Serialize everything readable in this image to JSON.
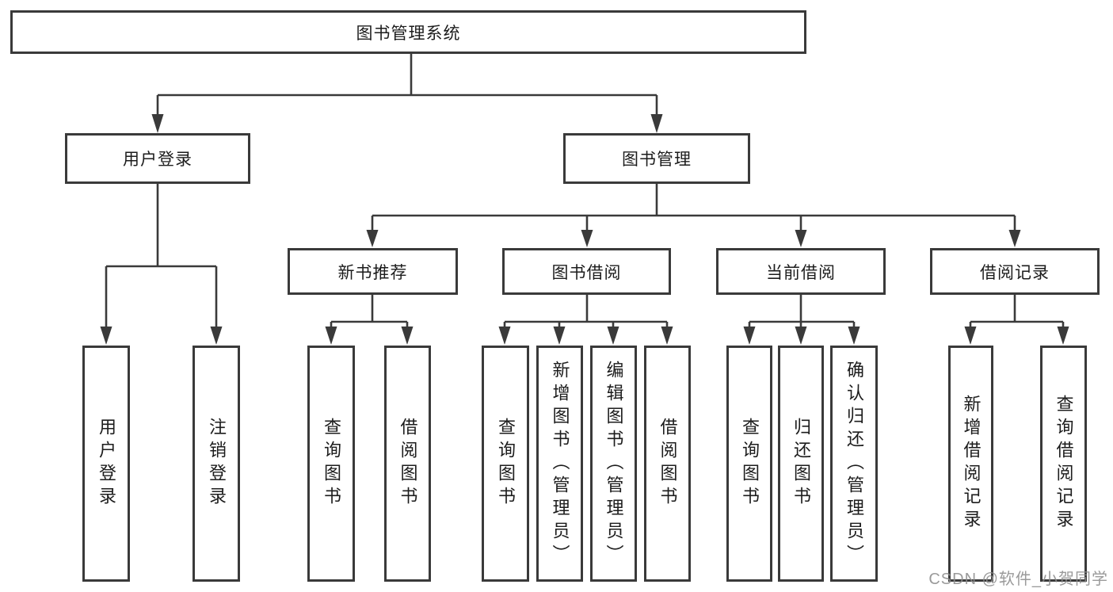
{
  "diagram_title": "图书管理系统",
  "tree": {
    "label": "图书管理系统",
    "children": [
      {
        "label": "用户登录",
        "children": [
          {
            "label": "用户登录"
          },
          {
            "label": "注销登录"
          }
        ]
      },
      {
        "label": "图书管理",
        "children": [
          {
            "label": "新书推荐",
            "children": [
              {
                "label": "查询图书"
              },
              {
                "label": "借阅图书"
              }
            ]
          },
          {
            "label": "图书借阅",
            "children": [
              {
                "label": "查询图书"
              },
              {
                "label": "新增图书（管理员）"
              },
              {
                "label": "编辑图书（管理员）"
              },
              {
                "label": "借阅图书"
              }
            ]
          },
          {
            "label": "当前借阅",
            "children": [
              {
                "label": "查询图书"
              },
              {
                "label": "归还图书"
              },
              {
                "label": "确认归还（管理员）"
              }
            ]
          },
          {
            "label": "借阅记录",
            "children": [
              {
                "label": "新增借阅记录"
              },
              {
                "label": "查询借阅记录"
              }
            ]
          }
        ]
      }
    ]
  },
  "watermark": {
    "text": "CSDN @软件_小贺同学",
    "color": "#8d8d8d"
  },
  "colors": {
    "line": "#3a3a3a",
    "text": "#1c1c1c",
    "background": "#ffffff"
  }
}
